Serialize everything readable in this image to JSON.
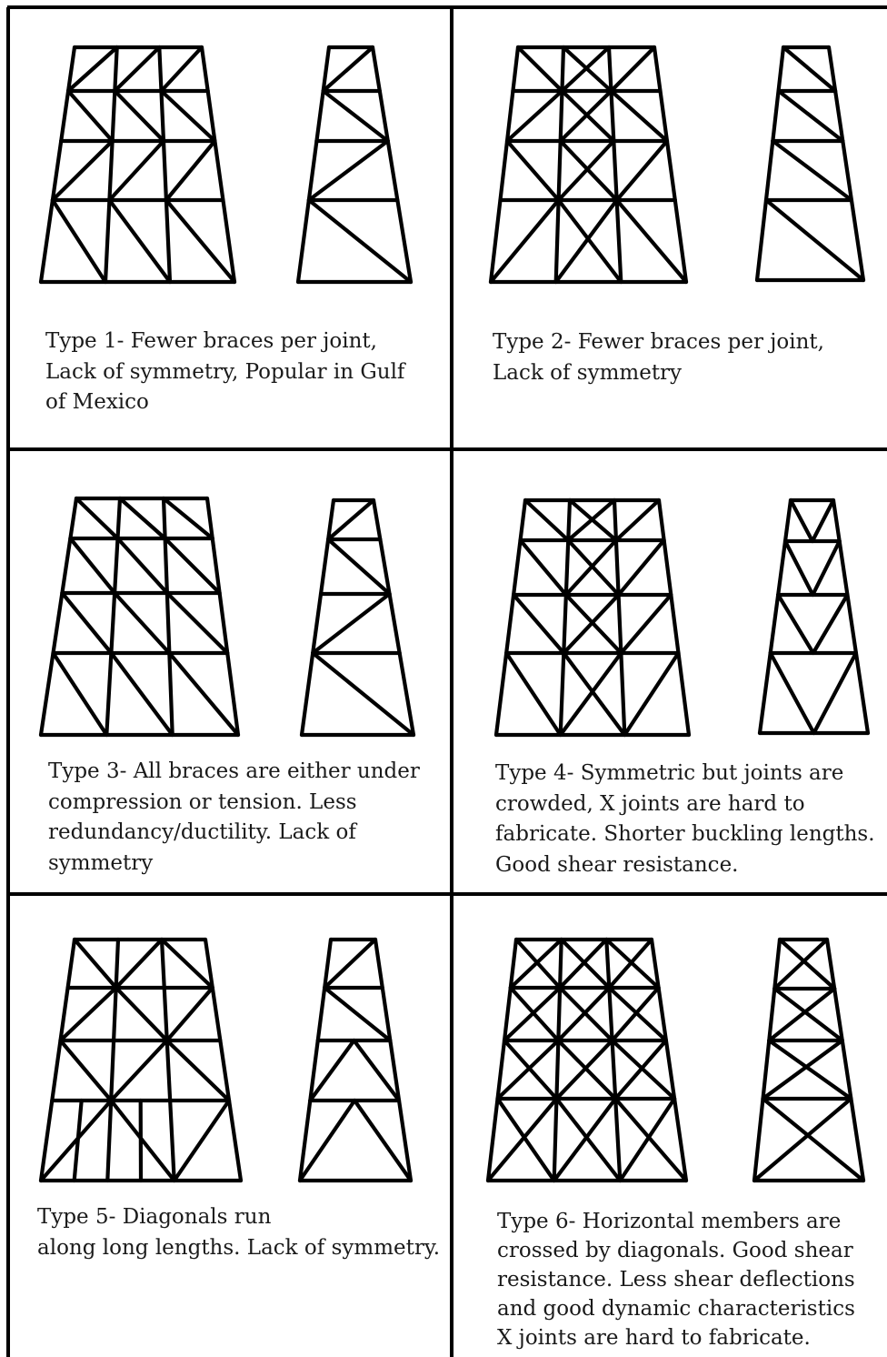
{
  "panels": [
    {
      "id": "type-1",
      "caption_lines": [
        "Type 1- Fewer braces per joint,",
        "Lack of symmetry, Popular in Gulf",
        "of Mexico"
      ]
    },
    {
      "id": "type-2",
      "caption_lines": [
        "Type 2- Fewer braces per joint,",
        "Lack of symmetry"
      ]
    },
    {
      "id": "type-3",
      "caption_lines": [
        "Type 3- All braces are either under",
        "compression or tension. Less",
        "redundancy/ductility. Lack of",
        "symmetry"
      ]
    },
    {
      "id": "type-4",
      "caption_lines": [
        "Type 4- Symmetric but joints are",
        "crowded, X joints are hard to",
        "fabricate. Shorter buckling lengths.",
        "Good shear resistance."
      ]
    },
    {
      "id": "type-5",
      "caption_lines": [
        "Type 5- Diagonals run",
        "along long lengths. Lack of symmetry."
      ]
    },
    {
      "id": "type-6",
      "caption_lines": [
        "Type 6- Horizontal members are",
        "crossed by diagonals. Good shear",
        "resistance. Less shear deflections",
        "and good dynamic characteristics",
        "X joints are hard to fabricate."
      ]
    }
  ]
}
